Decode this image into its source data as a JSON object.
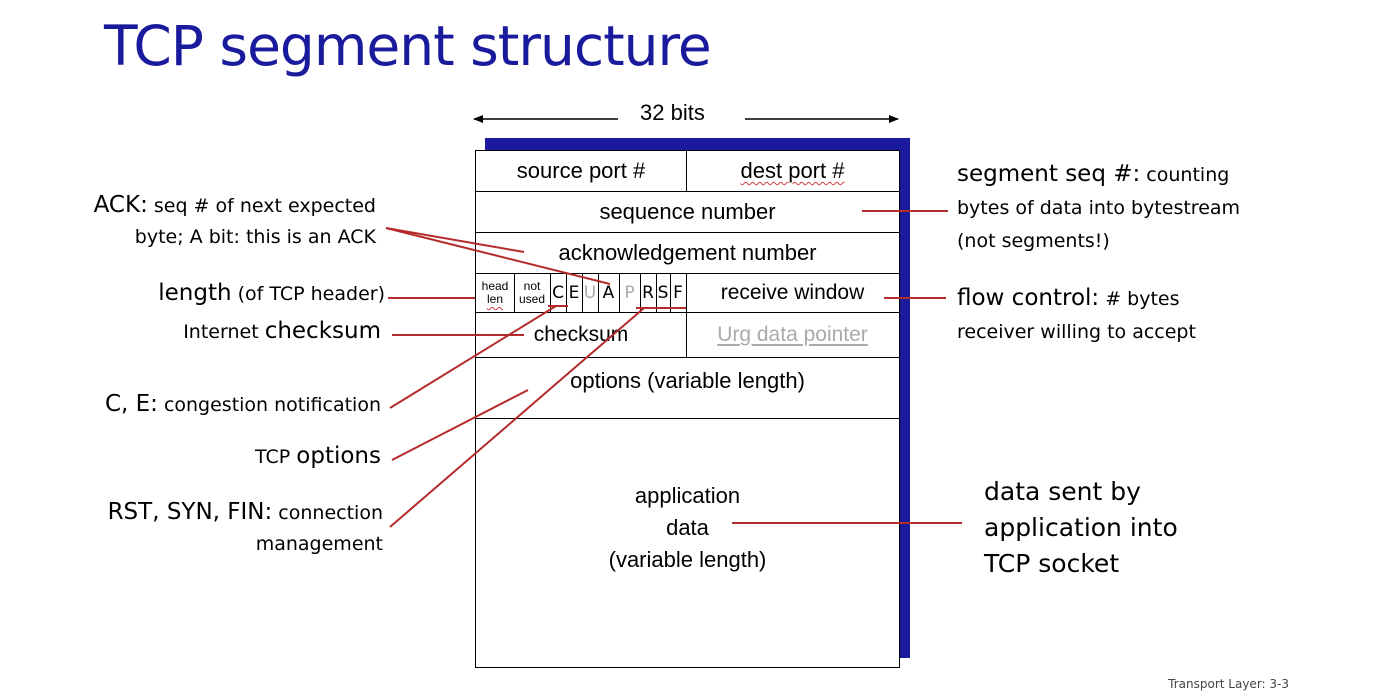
{
  "title": "TCP segment structure",
  "width_label": "32 bits",
  "fields": {
    "source_port": "source port #",
    "dest_port": "dest port #",
    "sequence_number": "sequence number",
    "ack_number": "acknowledgement number",
    "head_len": [
      "head",
      "len"
    ],
    "not_used": [
      "not",
      "used"
    ],
    "flags": [
      "C",
      "E",
      "U",
      "A",
      "P",
      "R",
      "S",
      "F"
    ],
    "receive_window": "receive window",
    "checksum": "checksum",
    "urg_pointer": "Urg data pointer",
    "options": "options (variable length)",
    "app_data": [
      "application",
      "data",
      "(variable length)"
    ]
  },
  "annotations_left": {
    "ack": {
      "bold": "ACK:",
      "rest1": " seq # of next expected",
      "line2": "byte; A bit: this is an ACK"
    },
    "length": {
      "bold": "length",
      "rest": " (of TCP header)"
    },
    "internet_checksum": {
      "pre": "Internet ",
      "bold": "checksum"
    },
    "ce": {
      "bold": "C, E:",
      "rest": " congestion notification"
    },
    "tcp_options": {
      "pre": "TCP ",
      "bold": "options"
    },
    "rst": {
      "bold": "RST, SYN, FIN:",
      "rest1": " connection",
      "line2": "management"
    }
  },
  "annotations_right": {
    "segment_seq": {
      "bold": "segment seq  #:",
      "rest1": " counting",
      "line2": "bytes of data into bytestream",
      "line3": "(not segments!)"
    },
    "flow_control": {
      "bold": "flow control:",
      "rest1": " # bytes",
      "line2": "receiver willing to accept"
    },
    "data_sent": [
      "data sent by",
      "application into",
      "TCP socket"
    ]
  },
  "footer": "Transport Layer: 3-3",
  "colors": {
    "title": "#1a1a9c",
    "shadow": "#1a1a9c",
    "leader_lines": "#b52a2a",
    "gray_text": "#aaaaaa"
  }
}
